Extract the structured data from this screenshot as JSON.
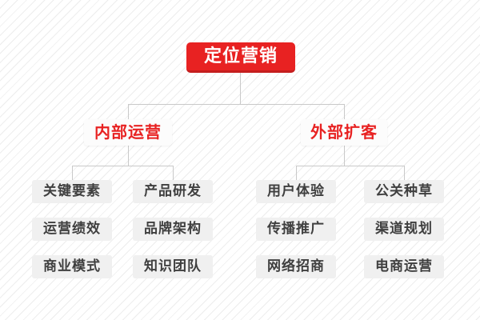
{
  "diagram": {
    "root": {
      "label": "定位营销"
    },
    "branches": [
      {
        "label": "内部运营",
        "children": [
          "关键要素",
          "产品研发",
          "运营绩效",
          "品牌架构",
          "商业模式",
          "知识团队"
        ]
      },
      {
        "label": "外部扩客",
        "children": [
          "用户体验",
          "公关种草",
          "传播推广",
          "渠道规划",
          "网络招商",
          "电商运营"
        ]
      }
    ],
    "colors": {
      "accent_red": "#e82222",
      "root_shadow_red": "#c41e1e",
      "branch_bg": "#fcfcfc",
      "leaf_bg": "#f0f0f0",
      "leaf_text": "#3f3f3f",
      "connector": "#c9c9c9",
      "background_stripe": "#ededed"
    }
  }
}
